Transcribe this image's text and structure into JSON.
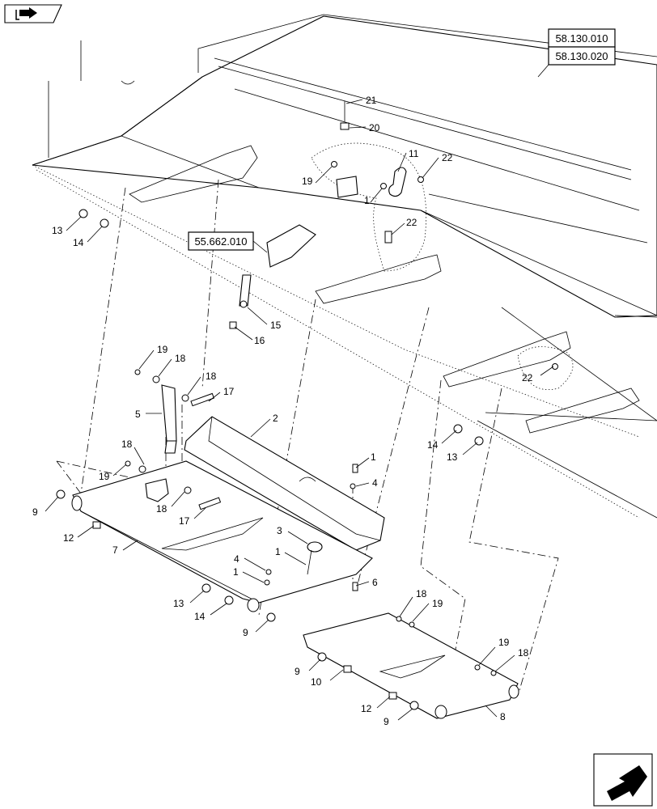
{
  "nav": {
    "top_icon": "forward-arrow-icon",
    "bottom_icon": "back-arrow-icon"
  },
  "references": [
    {
      "id": "ref-58-130-010",
      "label": "58.130.010"
    },
    {
      "id": "ref-58-130-020",
      "label": "58.130.020"
    },
    {
      "id": "ref-55-662-010",
      "label": "55.662.010"
    }
  ],
  "callouts": [
    {
      "label": "21"
    },
    {
      "label": "20"
    },
    {
      "label": "11"
    },
    {
      "label": "22"
    },
    {
      "label": "19"
    },
    {
      "label": "1"
    },
    {
      "label": "22"
    },
    {
      "label": "13"
    },
    {
      "label": "14"
    },
    {
      "label": "15"
    },
    {
      "label": "16"
    },
    {
      "label": "19"
    },
    {
      "label": "18"
    },
    {
      "label": "18"
    },
    {
      "label": "17"
    },
    {
      "label": "5"
    },
    {
      "label": "2"
    },
    {
      "label": "18"
    },
    {
      "label": "19"
    },
    {
      "label": "22"
    },
    {
      "label": "14"
    },
    {
      "label": "13"
    },
    {
      "label": "1"
    },
    {
      "label": "4"
    },
    {
      "label": "9"
    },
    {
      "label": "18"
    },
    {
      "label": "17"
    },
    {
      "label": "12"
    },
    {
      "label": "7"
    },
    {
      "label": "3"
    },
    {
      "label": "1"
    },
    {
      "label": "4"
    },
    {
      "label": "1"
    },
    {
      "label": "6"
    },
    {
      "label": "13"
    },
    {
      "label": "14"
    },
    {
      "label": "9"
    },
    {
      "label": "18"
    },
    {
      "label": "19"
    },
    {
      "label": "9"
    },
    {
      "label": "10"
    },
    {
      "label": "19"
    },
    {
      "label": "18"
    },
    {
      "label": "12"
    },
    {
      "label": "9"
    },
    {
      "label": "8"
    }
  ]
}
